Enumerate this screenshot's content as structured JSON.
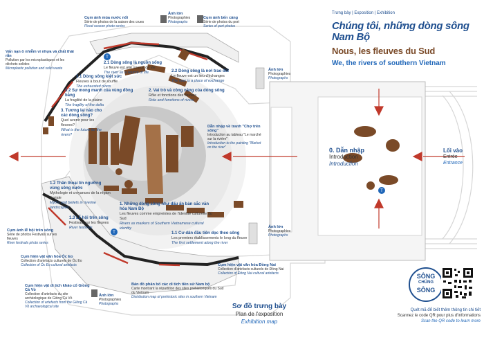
{
  "header": {
    "tag": "Trưng bày | Exposition | Exhibition",
    "title_vi": "Chúng tôi, những dòng sông Nam Bộ",
    "title_fr": "Nous, les fleuves du Sud",
    "title_en": "We, the rivers of southern Vietnam"
  },
  "intro": {
    "vi": "0. Dẫn nhập",
    "fr": "Introduction",
    "en": "Introduction"
  },
  "entry": {
    "vi": "Lối vào",
    "fr": "Entrée",
    "en": "Entrance"
  },
  "plan": {
    "vi": "Sơ đồ trưng bày",
    "fr": "Plan de l'exposition",
    "en": "Exhibition map"
  },
  "qr": {
    "vi": "Quét mã để biết thêm thông tin chi tiết",
    "fr": "Scannez le code QR pour plus d'informations",
    "en": "Scan the QR code to learn more"
  },
  "logo": {
    "top": "SÔNG",
    "mid": "CHÚNG",
    "bottom": "SÔNG"
  },
  "markers": {
    "a": "T",
    "b": "T",
    "c": "T"
  },
  "photo_labels": [
    {
      "vi": "Ảnh lớn",
      "fr": "Photographies",
      "en": "Photographs"
    },
    {
      "vi": "Ảnh lớn",
      "fr": "Photographies",
      "en": "Photographs"
    },
    {
      "vi": "Ảnh lớn",
      "fr": "Photographies",
      "en": "Photographs"
    },
    {
      "vi": "Ảnh lớn",
      "fr": "Photographies",
      "en": "Photographs"
    }
  ],
  "series": [
    {
      "vi": "Cụm ảnh mùa nước nổi",
      "fr": "Série de photos de la saison des crues",
      "en": "Flood season photo series"
    },
    {
      "vi": "Cụm ảnh bến cảng",
      "fr": "Série de photos du port",
      "en": "Series of port photos"
    },
    {
      "vi": "Vấn nạn ô nhiễm vi nhựa và chất thải rắn",
      "fr": "Pollution par les microplastiques et les déchets solides",
      "en": "Microplastic pollution and solid waste"
    },
    {
      "vi": "Cụm ảnh lễ hội trên sông",
      "fr": "Série de photos Festivals sur les fleuves",
      "en": "River festivals photo series"
    },
    {
      "vi": "Cụm hiện vật văn hóa Óc Eo",
      "fr": "Collection d'artefacts culturels de Óc Eo",
      "en": "Collection of Óc Eo cultural artefacts"
    },
    {
      "vi": "Cụm hiện vật văn hóa Đồng Nai",
      "fr": "Collection d'artefacts culturels de Đồng Nai",
      "en": "Collection of Đồng Nai cultural artefacts"
    },
    {
      "vi": "Cụm hiện vật di tích khảo cổ Giồng Cá Vồ",
      "fr": "Collection d'artefacts du site archéologique de Giồng Cá Vồ",
      "en": "Collection of artefacts from the Giồng Cá Vồ archaeological site"
    },
    {
      "vi": "Bản đồ phân bố các di tích tiền sử Nam bộ",
      "fr": "Carte montrant la répartition des sites préhistoriques du Sud du Vietnam",
      "en": "Distribution map of prehistoric sites in southern Vietnam"
    },
    {
      "vi": "Dẫn nhập về tranh \"Chợ trên sông\"",
      "fr": "Introduction au tableau \"Le marché sur la rivière\"",
      "en": "Introduction to the painting \"Market on the river\""
    }
  ],
  "sections": [
    {
      "vi": "2.1 Dòng sông là nguồn sống",
      "fr": "Le fleuve est une source de vie",
      "en": "The river as a source of life"
    },
    {
      "vi": "2.2 Dòng sông là nơi trao đổi",
      "fr": "Le fleuve est un lieu d'échanges",
      "en": "The river is a place of exchange"
    },
    {
      "vi": "3.1 Dòng sông kiệt sức",
      "fr": "Fleuves à bout de souffle",
      "en": "The exhausted rivers"
    },
    {
      "vi": "3.2 Sự mong manh của vùng đồng bằng",
      "fr": "La fragilité de la plaine",
      "en": "The fragility of the delta"
    },
    {
      "vi": "2. Vai trò và công năng của dòng sông",
      "fr": "Rôle et fonctions des fleuves",
      "en": "Role and functions of rivers"
    },
    {
      "vi": "3. Tương lai nào cho các dòng sông?",
      "fr": "Quel avenir pour les fleuves?",
      "en": "What is the future for the rivers?"
    },
    {
      "vi": "1.2 Thần thoại tín ngưỡng vùng sông nước",
      "fr": "Mythologie et croyances de la région fluviale",
      "en": "Myths and beliefs in riverine landscapes"
    },
    {
      "vi": "1.3 Lễ hội trên sông",
      "fr": "Festivals sur les fleuves",
      "en": "River festivals"
    },
    {
      "vi": "1. Những dòng sông như dấu ấn bản sắc văn hóa Nam Bộ",
      "fr": "Les fleuves comme empreintes de l'identité culturelle du Sud",
      "en": "Rivers as markers of Southern Vietnamese cultural identity"
    },
    {
      "vi": "1.1 Cư dân đầu tiên dọc theo sông",
      "fr": "Les premiers établissements le long du fleuve",
      "en": "The first settlement along the river"
    }
  ]
}
